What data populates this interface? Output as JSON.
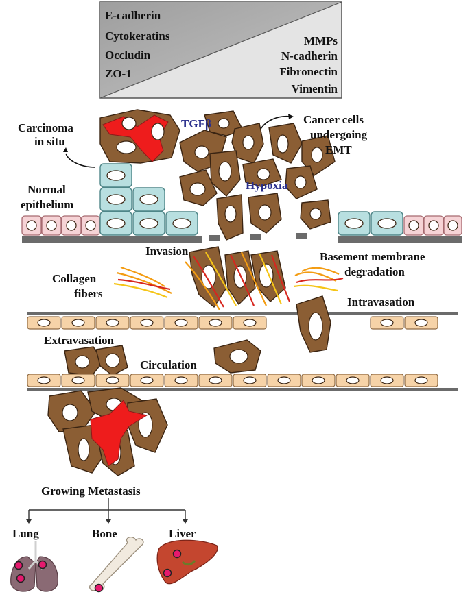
{
  "gradient_box": {
    "left_markers": [
      "E-cadherin",
      "Cytokeratins",
      "Occludin",
      "ZO-1"
    ],
    "right_markers": [
      "MMPs",
      "N-cadherin",
      "Fibronectin",
      "Vimentin"
    ],
    "colors": {
      "dark": "#a9a9a9",
      "light": "#e2e2e2"
    }
  },
  "labels": {
    "carcinoma_in_situ": [
      "Carcinoma",
      "in situ"
    ],
    "tgf": "TGFβ",
    "cancer_cells_emt": [
      "Cancer cells",
      "undergoing",
      "EMT"
    ],
    "normal_epithelium": [
      "Normal",
      "epithelium"
    ],
    "hypoxia": "Hypoxia",
    "invasion": "Invasion",
    "basement_membrane": [
      "Basement membrane",
      "degradation"
    ],
    "collagen": [
      "Collagen",
      "fibers"
    ],
    "intravasation": "Intravasation",
    "extravasation": "Extravasation",
    "circulation": "Circulation",
    "growing_metastasis": "Growing Metastasis"
  },
  "organs": [
    {
      "name": "Lung",
      "icon": "lung-icon"
    },
    {
      "name": "Bone",
      "icon": "bone-icon"
    },
    {
      "name": "Liver",
      "icon": "liver-icon"
    }
  ],
  "colors": {
    "cancer_cell": "#8b5e34",
    "necrotic_core": "#ee1c1c",
    "epithelial_cell": "#b8dfe0",
    "normal_cell": "#f6d3d6",
    "vessel_cell": "#f6d3a8",
    "label_accent": "#2a2f8c"
  }
}
